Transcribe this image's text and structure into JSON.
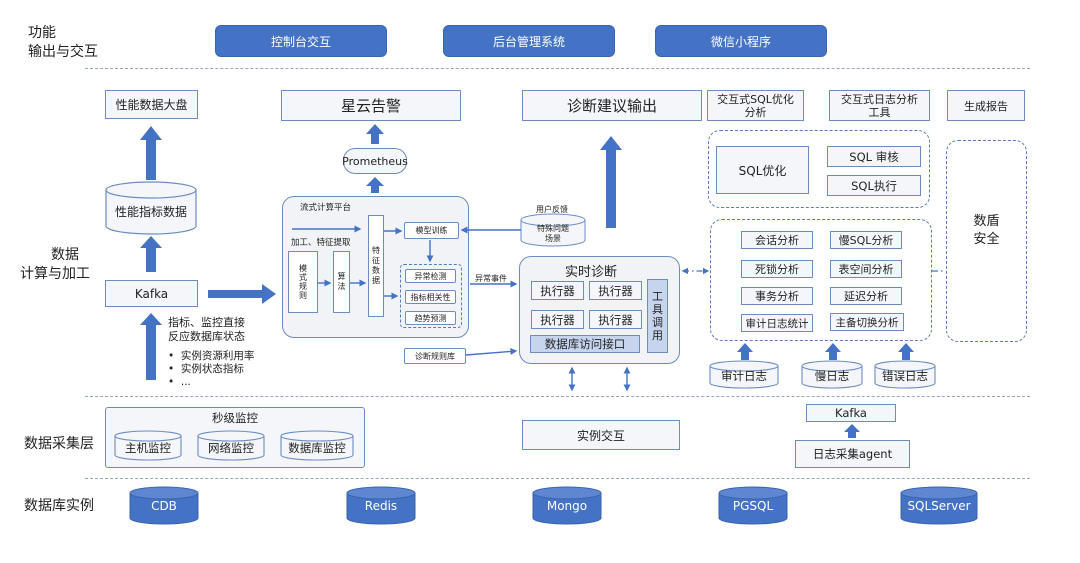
{
  "layers": {
    "func": [
      "功能",
      "输出与交互"
    ],
    "compute": [
      "数据",
      "计算与加工"
    ],
    "collect": "数据采集层",
    "instance": "数据库实例"
  },
  "func_row": {
    "console": "控制台交互",
    "backend": "后台管理系统",
    "wechat": "微信小程序"
  },
  "left_col": {
    "dashboard": "性能数据大盘",
    "metrics": "性能指标数据",
    "kafka": "Kafka",
    "note": [
      "指标、监控直接",
      "反应数据库状态"
    ],
    "bullets": [
      "实例资源利用率",
      "实例状态指标",
      "..."
    ]
  },
  "stream": {
    "alarm": "星云告警",
    "prometheus": "Prometheus",
    "platform": "流式计算平台",
    "extract": "加工、特征提取",
    "pattern": [
      "模",
      "式",
      "规",
      "则"
    ],
    "algo": [
      "算",
      "法"
    ],
    "feature": [
      "特",
      "征",
      "数",
      "据"
    ],
    "training": "模型训练",
    "anomaly": "异常检测",
    "correlation": "指标相关性",
    "trend": "趋势预测",
    "feedback": "用户反馈",
    "special": [
      "特殊问题",
      "场景"
    ],
    "event": "异常事件",
    "rules": "诊断规则库"
  },
  "diagnosis": {
    "output": "诊断建议输出",
    "realtime": "实时诊断",
    "executor": "执行器",
    "db_access": "数据库访问接口",
    "tool_call": [
      "工",
      "具",
      "调",
      "用"
    ]
  },
  "right": {
    "sql_opt_tool": [
      "交互式SQL优化",
      "分析"
    ],
    "log_tool": [
      "交互式日志分析",
      "工具"
    ],
    "report": "生成报告",
    "sql_opt": "SQL优化",
    "sql_audit": "SQL 审核",
    "sql_exec": "SQL执行",
    "security": [
      "数盾",
      "安全"
    ],
    "session": "会话分析",
    "slow_sql": "慢SQL分析",
    "deadlock": "死锁分析",
    "tablespace": "表空间分析",
    "transaction": "事务分析",
    "latency": "延迟分析",
    "audit_stat": "审计日志统计",
    "failover": "主备切换分析",
    "audit_log": "审计日志",
    "slow_log": "慢日志",
    "error_log": "错误日志"
  },
  "collect": {
    "second": "秒级监控",
    "host": "主机监控",
    "network": "网络监控",
    "db": "数据库监控",
    "instance_inter": "实例交互",
    "kafka": "Kafka",
    "agent": "日志采集agent"
  },
  "dbs": [
    "CDB",
    "Redis",
    "Mongo",
    "PGSQL",
    "SQLServer"
  ],
  "colors": {
    "blue": "#4472c4",
    "border": "#6b8cc0",
    "panel": "#f4f6fa"
  }
}
